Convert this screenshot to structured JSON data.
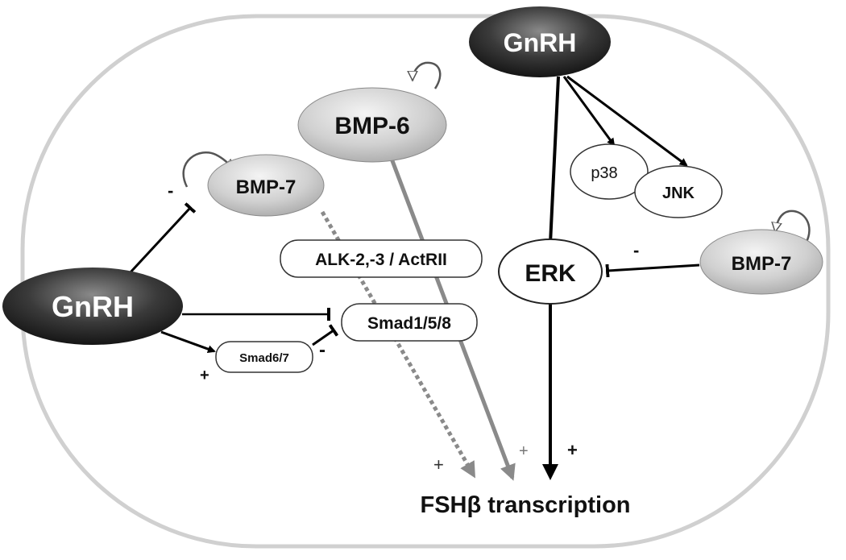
{
  "nodes": {
    "gnrh_top": "GnRH",
    "gnrh_left": "GnRH",
    "bmp6": "BMP-6",
    "bmp7_left": "BMP-7",
    "bmp7_right": "BMP-7",
    "alk": "ALK-2,-3 / ActRII",
    "smad158": "Smad1/5/8",
    "smad67": "Smad6/7",
    "p38": "p38",
    "jnk": "JNK",
    "erk": "ERK",
    "fsh": "FSHβ transcription"
  },
  "signs": {
    "bmp7_left_inhibit": "-",
    "gnrh_smad67_activate": "+",
    "smad67_inhibit": "-",
    "bmp7_right_inhibit": "-",
    "bmp7_fsh": "+",
    "bmp6_fsh": "+",
    "erk_fsh": "+"
  },
  "colors": {
    "dark_node": "#2f2f2f",
    "light_node": "#d2d2d2",
    "gray_arrow": "#8a8a8a",
    "black_arrow": "#000000",
    "cell_border": "#d0d0d0"
  }
}
